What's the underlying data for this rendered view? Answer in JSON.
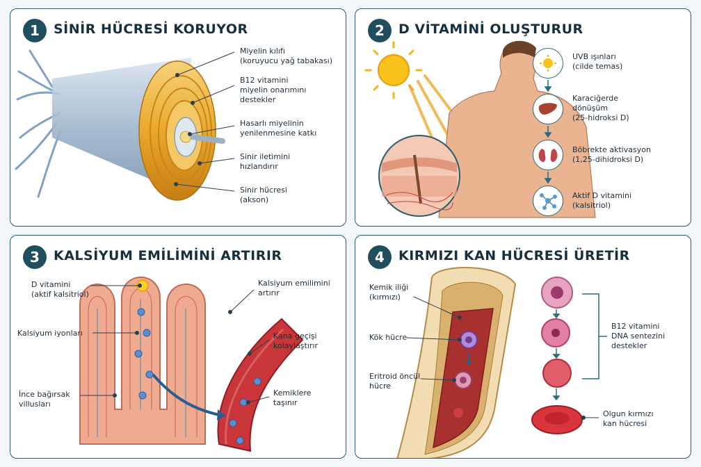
{
  "panels": {
    "p1": {
      "number": "1",
      "title": "SİNİR HÜCRESİ KORUYOR",
      "labels": [
        {
          "line1": "Miyelin kılıfı",
          "line2": "(koruyucu yağ tabakası)"
        },
        {
          "line1": "B12 vitamini",
          "line2": "miyelin onarımını",
          "line3": "destekler"
        },
        {
          "line1": "Hasarlı miyelinin",
          "line2": "yenilenmesine katkı"
        },
        {
          "line1": "Sinir iletimini",
          "line2": "hızlandırır"
        },
        {
          "line1": "Sinir hücresi",
          "line2": "(akson)"
        }
      ]
    },
    "p2": {
      "number": "2",
      "title": "D VİTAMİNİ OLUŞTURUR",
      "steps": [
        {
          "line1": "UVB ışınları",
          "line2": "(cilde temas)",
          "icon": "sun-icon"
        },
        {
          "line1": "Karaciğerde",
          "line2": "dönüşüm",
          "line3": "(25-hidroksi D)",
          "icon": "liver-icon"
        },
        {
          "line1": "Böbrekte aktivasyon",
          "line2": "(1,25-dihidroksi D)",
          "icon": "kidney-icon"
        },
        {
          "line1": "Aktif D vitamini",
          "line2": "(kalsitriol)",
          "icon": "molecule-icon"
        }
      ]
    },
    "p3": {
      "number": "3",
      "title": "KALSİYUM EMİLİMİNİ ARTIRIR",
      "labels": [
        {
          "line1": "D vitamini",
          "line2": "(aktif kalsitriol)"
        },
        {
          "line1": "Kalsiyum iyonları"
        },
        {
          "line1": "İnce bağırsak",
          "line2": "villusları"
        },
        {
          "line1": "Kalsiyum emilimini",
          "line2": "artırır"
        },
        {
          "line1": "Kana geçişi",
          "line2": "kolaylaştırır"
        },
        {
          "line1": "Kemiklere",
          "line2": "taşınır"
        }
      ]
    },
    "p4": {
      "number": "4",
      "title": "KIRMIZI KAN HÜCRESİ ÜRETİR",
      "labels": [
        {
          "line1": "Kemik iliği",
          "line2": "(kırmızı)"
        },
        {
          "line1": "Kök hücre"
        },
        {
          "line1": "Eritroid öncül",
          "line2": "hücre"
        },
        {
          "line1": "B12 vitamini",
          "line2": "DNA sentezini",
          "line3": "destekler"
        },
        {
          "line1": "Olgun kırmızı",
          "line2": "kan hücresi"
        }
      ]
    }
  },
  "colors": {
    "panel_border": "#2a5d6e",
    "badge": "#1f4e5f",
    "myelin": "#e9a92a",
    "blood": "#c8363a",
    "tissue": "#e8a08a",
    "arrow": "#2a6a7e"
  }
}
